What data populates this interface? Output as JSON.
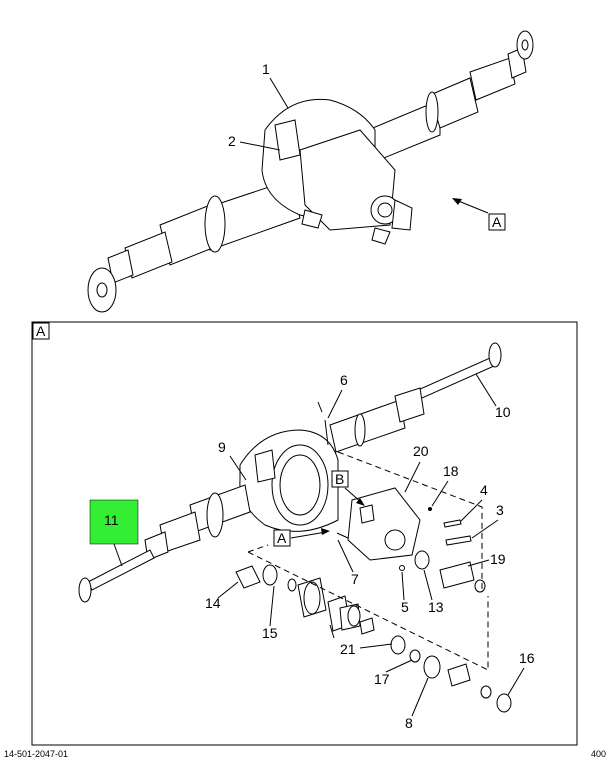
{
  "diagram": {
    "overview_view_tag": "A",
    "detail_frame_tag": "A",
    "view_b_tag": "B",
    "view_a_tag": "A",
    "overview_callouts": {
      "c1": "1",
      "c2": "2"
    },
    "detail_callouts": {
      "c3": "3",
      "c4": "4",
      "c5": "5",
      "c6": "6",
      "c7": "7",
      "c8": "8",
      "c9": "9",
      "c10": "10",
      "c11": "11",
      "c13": "13",
      "c14": "14",
      "c15": "15",
      "c16": "16",
      "c17": "17",
      "c18": "18",
      "c19": "19",
      "c20": "20",
      "c21": "21"
    },
    "highlight_color": "#33ee33"
  },
  "footer": {
    "left_code": "14-501-2047-01",
    "right_code": "400"
  }
}
